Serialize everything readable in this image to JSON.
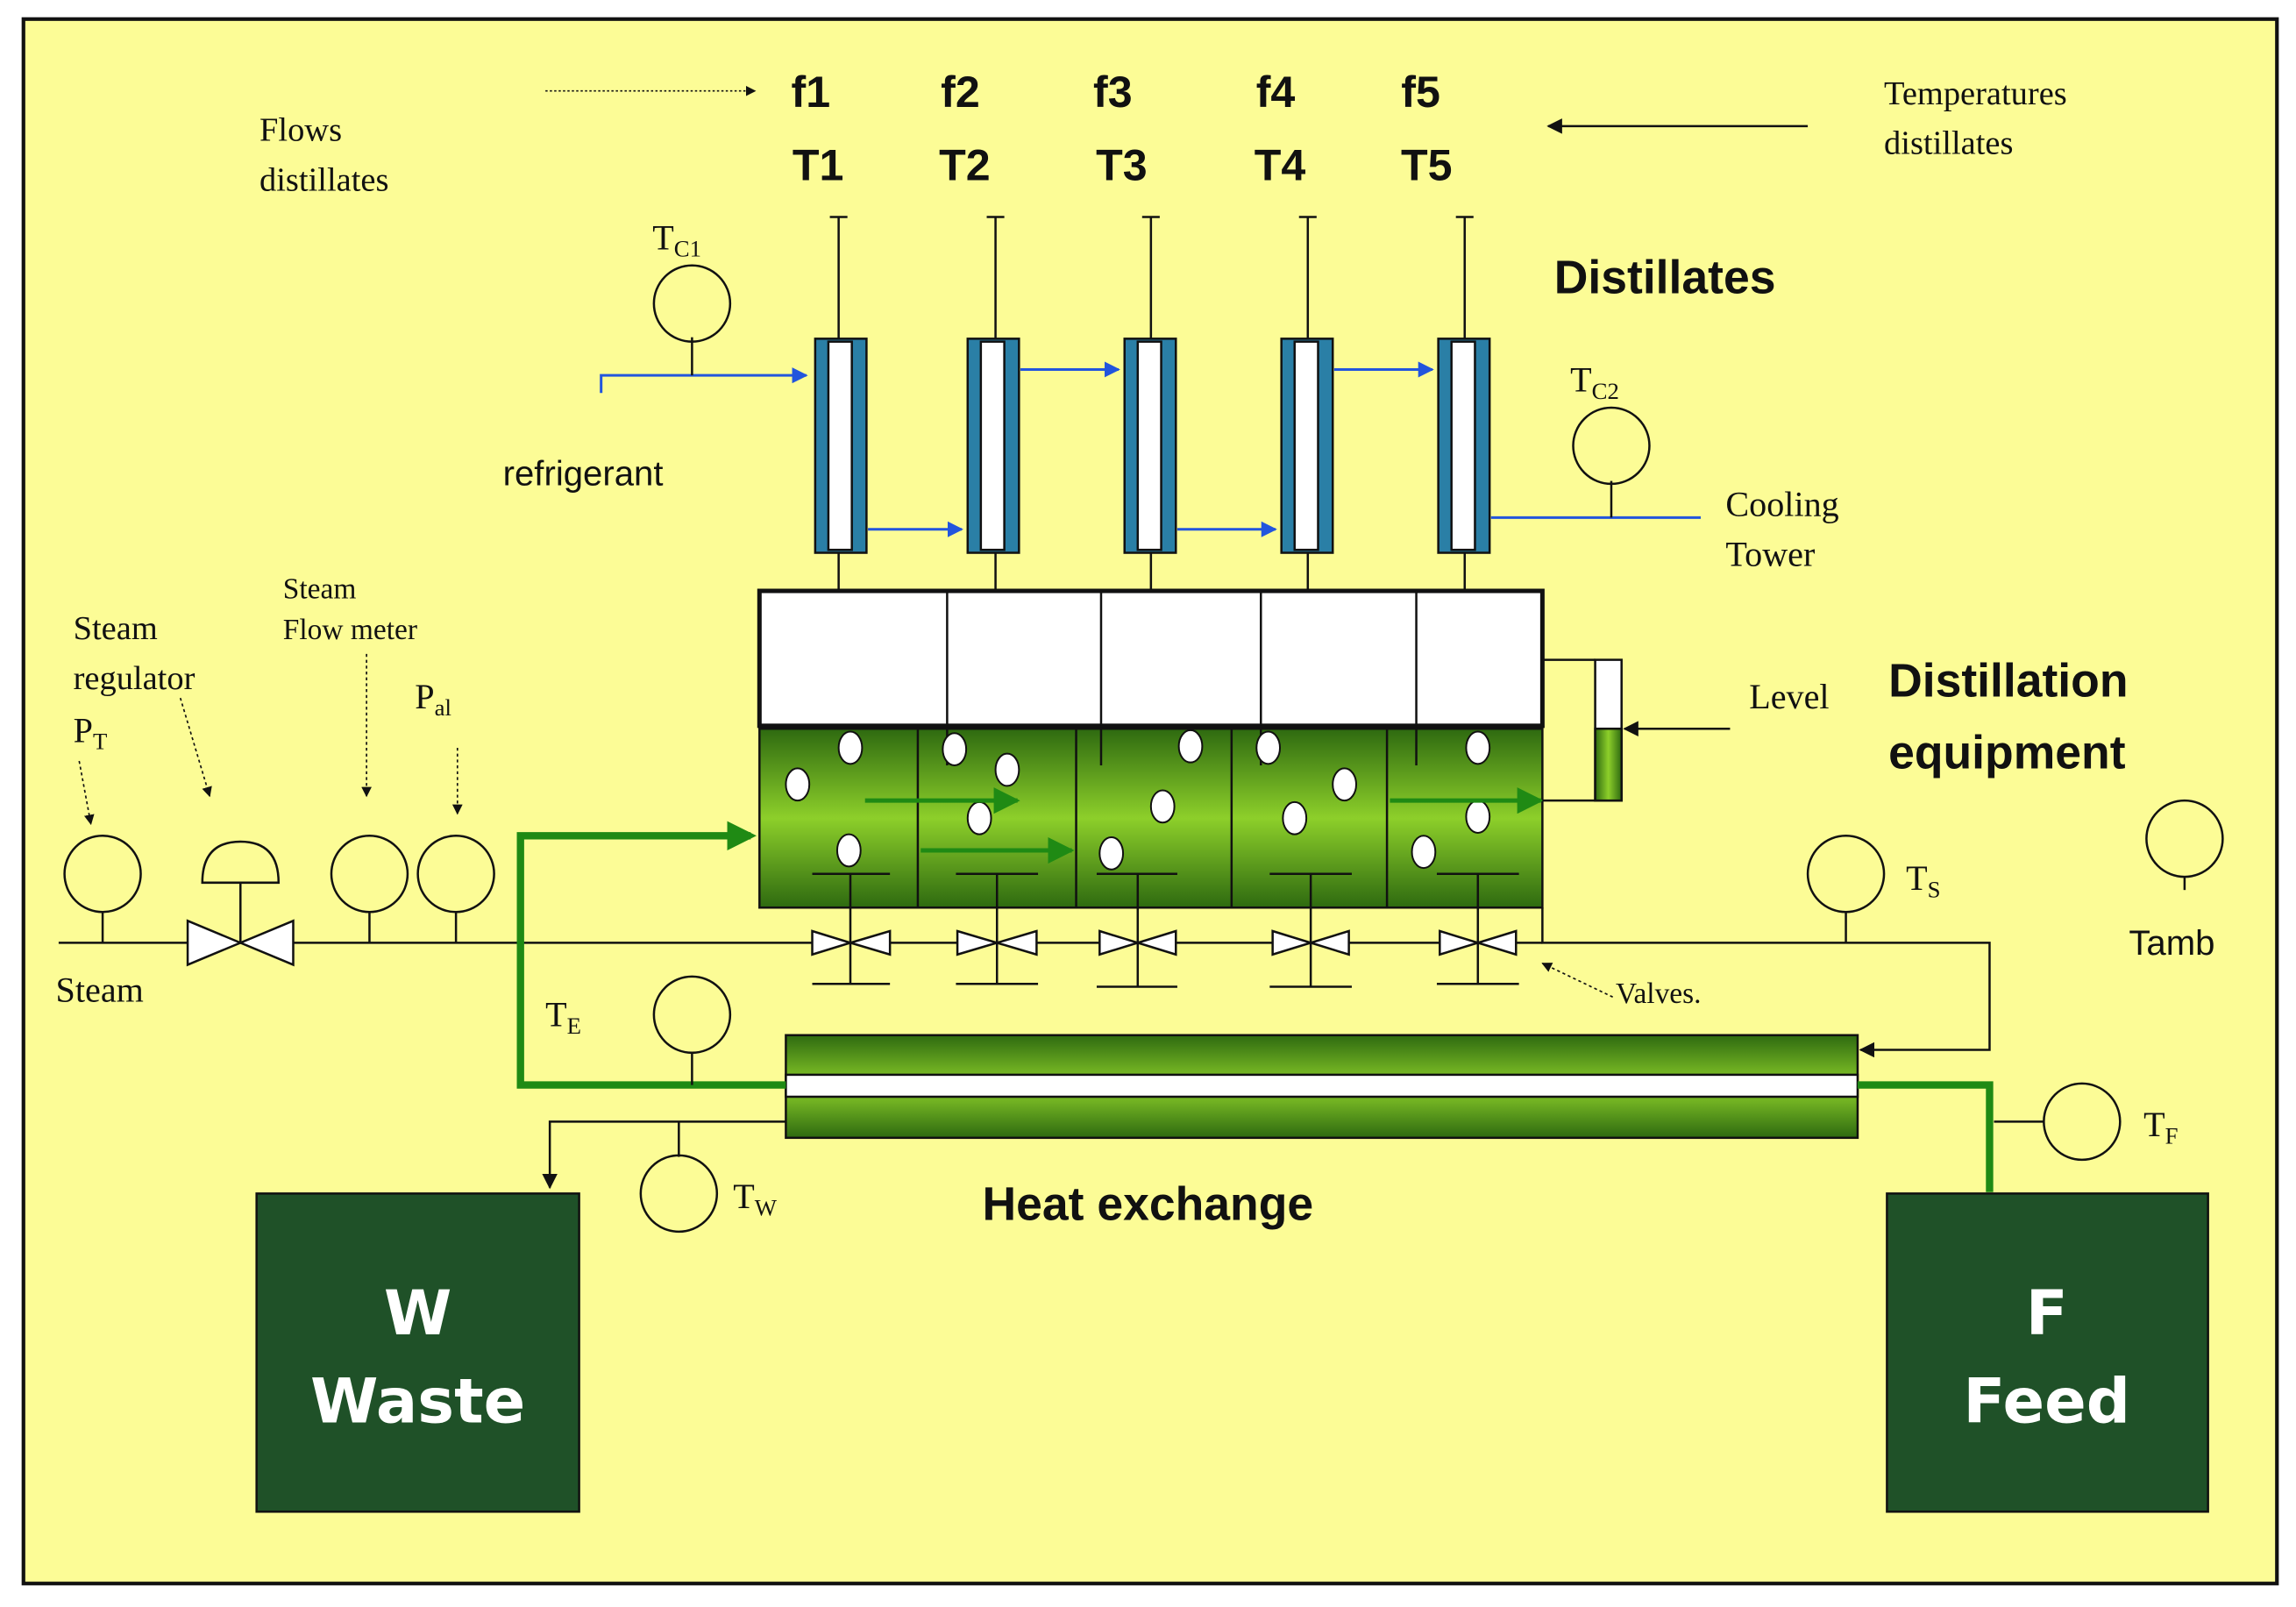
{
  "colors": {
    "background": "#fcfc96",
    "border": "#111111",
    "green_dark": "#2e6a10",
    "green_light": "#8dcf2a",
    "green_pipe": "#1f8a14",
    "blue_pipe": "#2255dd",
    "condenser": "#2a7fa6",
    "tank": "#1f5128",
    "tank_text": "#ffffff"
  },
  "labels": {
    "flows_distillates_1": "Flows",
    "flows_distillates_2": "distillates",
    "temperatures_distillates_1": "Temperatures",
    "temperatures_distillates_2": "distillates",
    "refrigerant": "refrigerant",
    "cooling_tower_1": "Cooling",
    "cooling_tower_2": "Tower",
    "distillates_title": "Distillates",
    "distillation_equipment_1": "Distillation",
    "distillation_equipment_2": "equipment",
    "level": "Level",
    "steam_regulator_1": "Steam",
    "steam_regulator_2": "regulator",
    "steam_flow_meter_1": "Steam",
    "steam_flow_meter_2": "Flow meter",
    "steam": "Steam",
    "valves": "Valves.",
    "heat_exchange": "Heat exchange",
    "tamb": "Tamb"
  },
  "flows": [
    "f1",
    "f2",
    "f3",
    "f4",
    "f5"
  ],
  "temperatures": [
    "T1",
    "T2",
    "T3",
    "T4",
    "T5"
  ],
  "sensors": {
    "tc1": {
      "main": "T",
      "sub": "C1"
    },
    "tc2": {
      "main": "T",
      "sub": "C2"
    },
    "pt": {
      "main": "P",
      "sub": "T"
    },
    "pal": {
      "main": "P",
      "sub": "al"
    },
    "ts": {
      "main": "T",
      "sub": "S"
    },
    "te": {
      "main": "T",
      "sub": "E"
    },
    "tw": {
      "main": "T",
      "sub": "W"
    },
    "tf": {
      "main": "T",
      "sub": "F"
    }
  },
  "tanks": {
    "waste": {
      "letter": "W",
      "name": "Waste"
    },
    "feed": {
      "letter": "F",
      "name": "Feed"
    }
  }
}
